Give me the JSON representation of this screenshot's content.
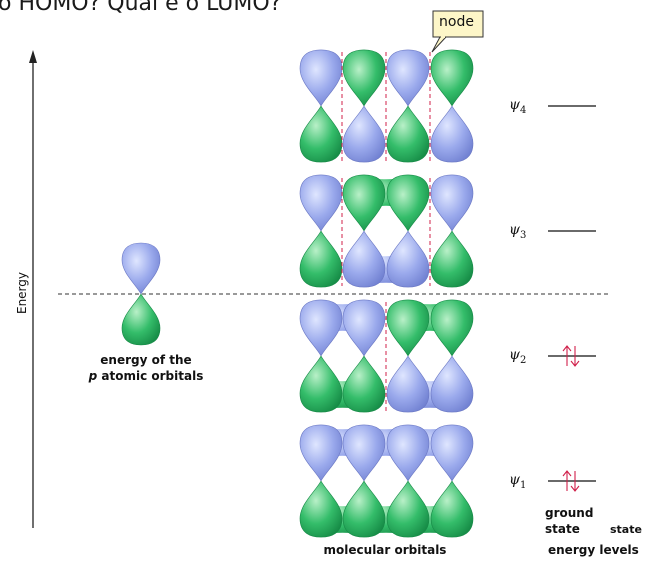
{
  "question": "o HOMO? Qual é o LUMO?",
  "axis_label": "Energy",
  "node_label": "node",
  "atomic_label_line1": "energy of the",
  "atomic_label_p": "p",
  "atomic_label_line2": "atomic orbitals",
  "mo_caption": "molecular orbitals",
  "levels": [
    {
      "symbol": "ψ",
      "sub": "4",
      "occupancy": 0
    },
    {
      "symbol": "ψ",
      "sub": "3",
      "occupancy": 0
    },
    {
      "symbol": "ψ",
      "sub": "2",
      "occupancy": 2
    },
    {
      "symbol": "ψ",
      "sub": "1",
      "occupancy": 2
    }
  ],
  "legend": {
    "ground": "ground",
    "state1": "state",
    "state2": "state",
    "energy_levels": "energy levels"
  },
  "colors": {
    "lobe_blue": "#8e9ee6",
    "lobe_green": "#2fb866",
    "node_line": "#d0204a",
    "arrow": "#d0204a",
    "callout_fill": "#fdf6c8"
  }
}
